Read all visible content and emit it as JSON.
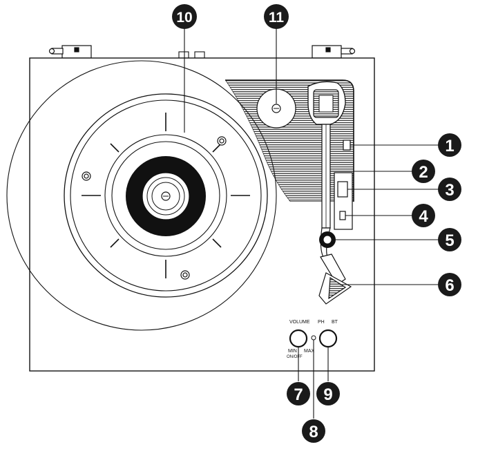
{
  "panel_labels": {
    "volume": "VOLUME",
    "min": "MIN",
    "max": "MAX",
    "on_off": "ON/OFF",
    "ph": "PH",
    "bt": "BT"
  },
  "callouts": [
    "1",
    "2",
    "3",
    "4",
    "5",
    "6",
    "7",
    "8",
    "9",
    "10",
    "11"
  ],
  "colors": {
    "ink": "#111111",
    "paper": "#ffffff",
    "badge": "#1a1a1a"
  }
}
